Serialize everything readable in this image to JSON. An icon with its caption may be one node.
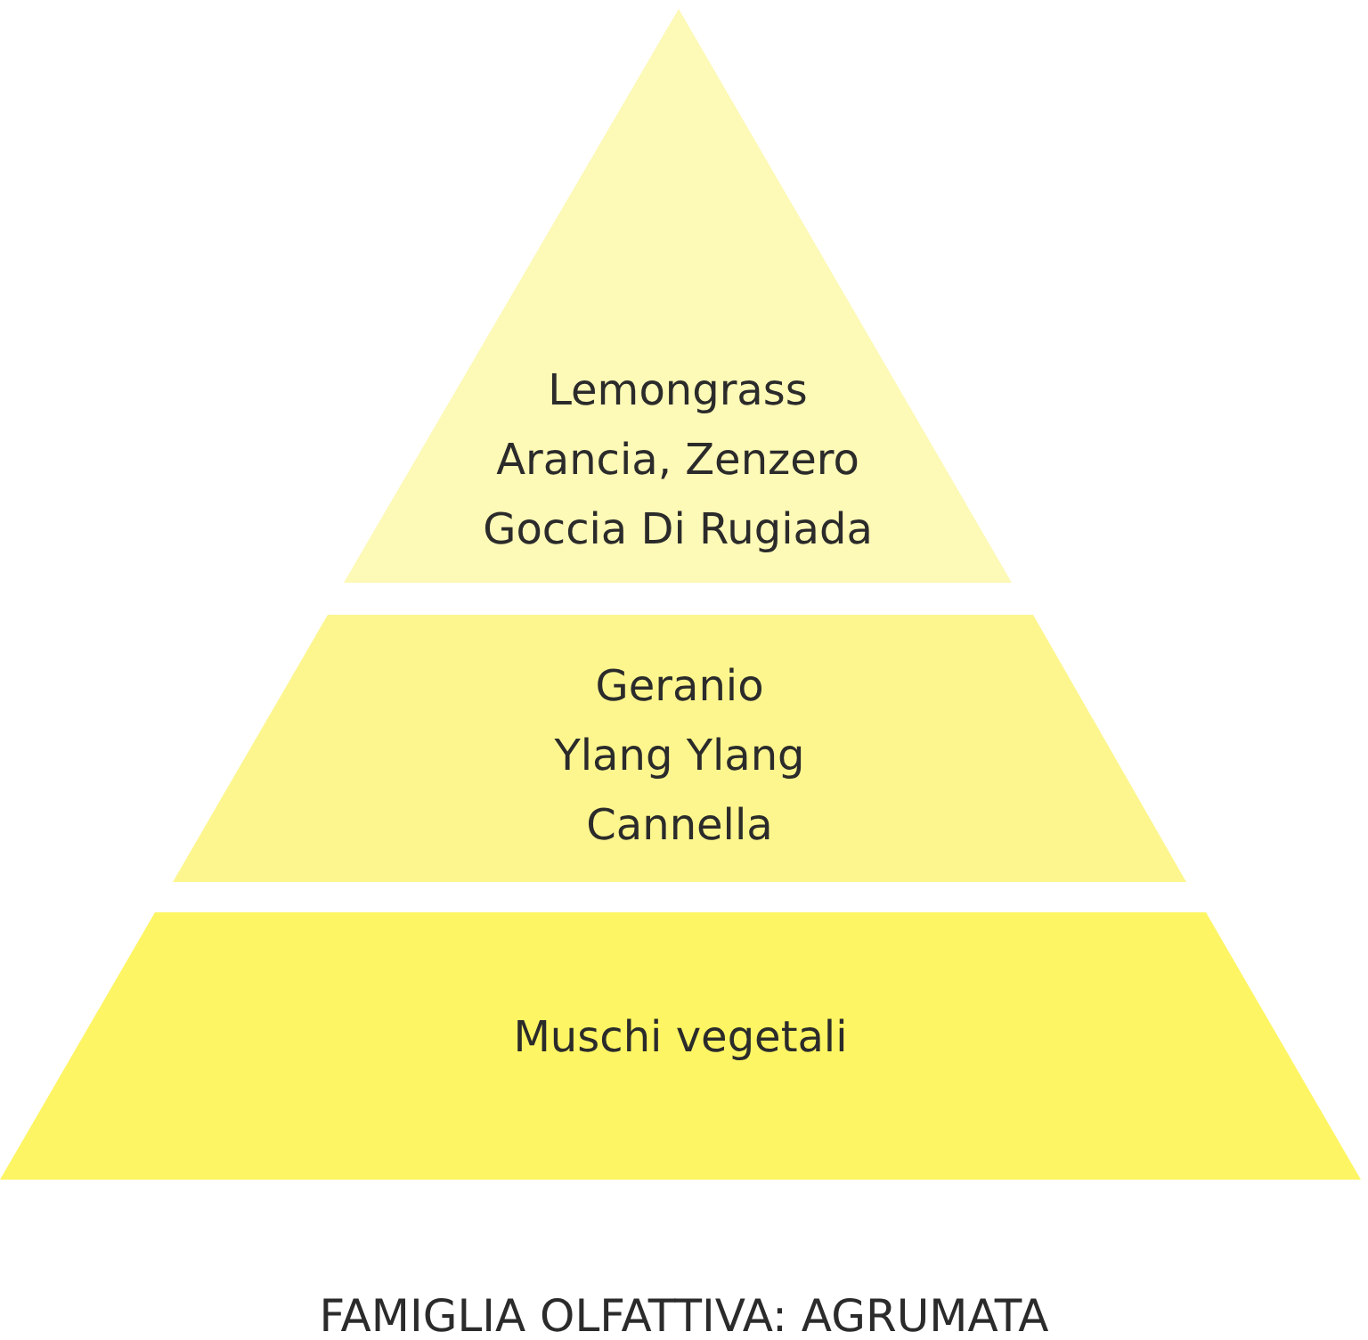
{
  "diagram": {
    "caption": "FAMIGLIA OLFATTIVA: AGRUMATA",
    "nodes": [
      {
        "text": [
          "Lemongrass",
          "Arancia, Zenzero",
          "Goccia Di Rugiada"
        ]
      },
      {
        "text": [
          "Geranio",
          "Ylang Ylang",
          "Cannella"
        ]
      },
      {
        "text": [
          "Muschi vegetali"
        ]
      }
    ]
  }
}
